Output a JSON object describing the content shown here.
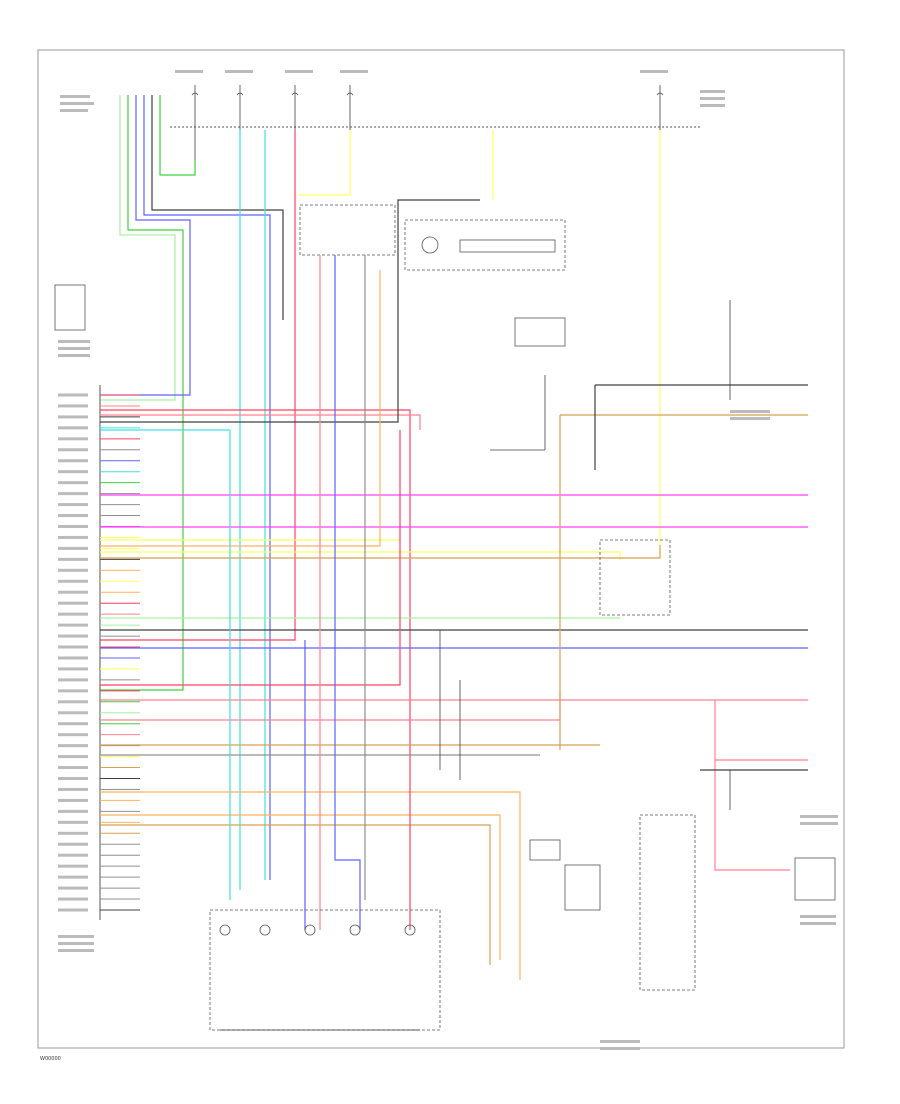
{
  "diagram": {
    "footer_code": "W00000",
    "colors": {
      "green": "#40d040",
      "light_green": "#a8f0a0",
      "blue": "#6060ff",
      "cyan": "#40e0e0",
      "red": "#ff4060",
      "pink": "#ff8090",
      "yellow": "#ffff60",
      "orange": "#ffb060",
      "magenta": "#ff40ff",
      "tan": "#d8a050",
      "gray": "#909090",
      "black": "#404040"
    },
    "tcm_pins": [
      {
        "id": "p1",
        "color": "red"
      },
      {
        "id": "p2",
        "color": "pink"
      },
      {
        "id": "p3",
        "color": "black"
      },
      {
        "id": "p4",
        "color": "cyan"
      },
      {
        "id": "p5",
        "color": "red"
      },
      {
        "id": "p6",
        "color": "gray"
      },
      {
        "id": "p7",
        "color": "blue"
      },
      {
        "id": "p8",
        "color": "cyan"
      },
      {
        "id": "p9",
        "color": "green"
      },
      {
        "id": "p10",
        "color": "gray"
      },
      {
        "id": "p11",
        "color": "gray"
      },
      {
        "id": "p12",
        "color": "gray"
      },
      {
        "id": "p13",
        "color": "magenta"
      },
      {
        "id": "p14",
        "color": "yellow"
      },
      {
        "id": "p15",
        "color": "yellow"
      },
      {
        "id": "p16",
        "color": "black"
      },
      {
        "id": "p17",
        "color": "orange"
      },
      {
        "id": "p18",
        "color": "yellow"
      },
      {
        "id": "p19",
        "color": "orange"
      },
      {
        "id": "p20",
        "color": "red"
      },
      {
        "id": "p21",
        "color": "pink"
      },
      {
        "id": "p22",
        "color": "light_green"
      },
      {
        "id": "p23",
        "color": "gray"
      },
      {
        "id": "p24",
        "color": "red"
      },
      {
        "id": "p25",
        "color": "blue"
      },
      {
        "id": "p26",
        "color": "yellow"
      },
      {
        "id": "p27",
        "color": "gray"
      },
      {
        "id": "p28",
        "color": "red"
      },
      {
        "id": "p29",
        "color": "green"
      },
      {
        "id": "p30",
        "color": "light_green"
      },
      {
        "id": "p31",
        "color": "green"
      },
      {
        "id": "p32",
        "color": "pink"
      },
      {
        "id": "p33",
        "color": "gray"
      },
      {
        "id": "p34",
        "color": "yellow"
      },
      {
        "id": "p35",
        "color": "tan"
      },
      {
        "id": "p36",
        "color": "black"
      },
      {
        "id": "p37",
        "color": "gray"
      },
      {
        "id": "p38",
        "color": "orange"
      },
      {
        "id": "p39",
        "color": "gray"
      },
      {
        "id": "p40",
        "color": "orange"
      },
      {
        "id": "p41",
        "color": "tan"
      },
      {
        "id": "p42",
        "color": "gray"
      },
      {
        "id": "p43",
        "color": "gray"
      },
      {
        "id": "p44",
        "color": "gray"
      },
      {
        "id": "p45",
        "color": "gray"
      },
      {
        "id": "p46",
        "color": "gray"
      },
      {
        "id": "p47",
        "color": "gray"
      },
      {
        "id": "p48",
        "color": "black"
      }
    ]
  }
}
